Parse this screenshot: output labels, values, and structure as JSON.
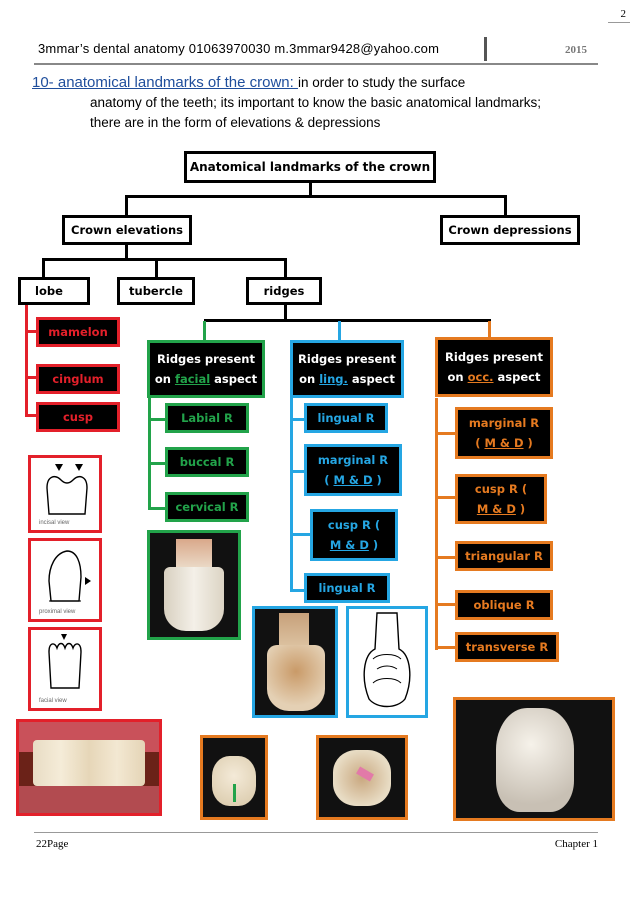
{
  "page_number": "2",
  "header": {
    "text": "3mmar’s  dental  anatomy  01063970030    m.3mmar9428@yahoo.com",
    "year": "2015"
  },
  "intro": {
    "number_title": "10- anatomical landmarks of the crown: ",
    "line1": "in order to study the surface",
    "line2": "anatomy of the teeth; its important to know the basic anatomical landmarks;",
    "line3": "there are in the form of elevations & depressions"
  },
  "diagram": {
    "root": "Anatomical landmarks of the crown",
    "elevations": "Crown elevations",
    "depressions": "Crown depressions",
    "lobe": "lobe",
    "tubercle": "tubercle",
    "ridges": "ridges",
    "lobe_items": [
      "mamelon",
      "cinglum",
      "cusp"
    ],
    "facial_group": {
      "line1": "Ridges present",
      "line2_pre": "on ",
      "line2_u": "facial",
      "line2_post": " aspect"
    },
    "facial_items": [
      "Labial R",
      "buccal R",
      "cervical R"
    ],
    "ling_group": {
      "line1": "Ridges present",
      "line2_pre": "on ",
      "line2_u": "ling.",
      "line2_post": " aspect"
    },
    "ling_items": {
      "lingual": "lingual R",
      "marginal": "marginal  R",
      "marginal_sub": "M & D",
      "cusp": "cusp R (",
      "cusp_sub": "M & D",
      "lingual2": "lingual R"
    },
    "occ_group": {
      "line1": "Ridges present",
      "line2_pre": "on ",
      "line2_u": "occ.",
      "line2_post": " aspect"
    },
    "occ_items": {
      "marginal": "marginal R",
      "marginal_sub": "M & D",
      "cusp": "cusp R (",
      "cusp_sub": "M & D",
      "triangular": "triangular R",
      "oblique": "oblique R",
      "transverse": "transverse R"
    }
  },
  "figure_labels": [
    "incisal view",
    "proximal view",
    "facial view"
  ],
  "colors": {
    "red": "#e3202a",
    "green": "#22a34a",
    "blue": "#25a6e3",
    "orange": "#e57a20"
  },
  "footer": {
    "left": "22Page",
    "right": "Chapter 1"
  }
}
